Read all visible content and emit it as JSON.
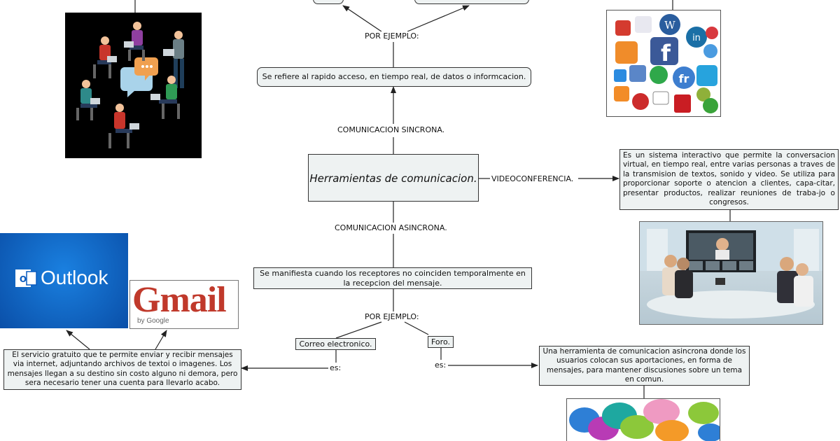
{
  "center": {
    "title": "Herramientas de comunicacion."
  },
  "labels": {
    "sincrona": "COMUNICACION SINCRONA.",
    "asincrona": "COMUNICACION ASINCRONA.",
    "videoconferencia": "VIDEOCONFERENCIA.",
    "por_ejemplo_top": "POR EJEMPLO:",
    "por_ejemplo_bottom": "POR EJEMPLO:",
    "es_left": "es:",
    "es_right": "es:"
  },
  "nodes": {
    "sincrona_def": "Se refiere al rapido acceso, en tiempo real, de datos o informcacion.",
    "video_def": "Es un sistema interactivo que permite la conversacion virtual, en tiempo real, entre varias personas a traves de la transmision de textos, sonido y video. Se utiliza para proporcionar soporte o atencion a clientes, capa-citar, presentar productos, realizar reuniones de traba-jo o congresos.",
    "asincrona_def": "Se manifiesta cuando los receptores no coinciden temporalmente en la recepcion del mensaje.",
    "correo": "Correo electronico.",
    "foro": "Foro.",
    "correo_def": "El servicio gratuito que te permite enviar y recibir mensajes via internet, adjuntando archivos de textoi o imagenes. Los mensajes llegan a su destino sin costo alguno ni demora, pero sera necesario tener una cuenta para llevarlo acabo.",
    "foro_def": "Una herramienta de comunicacion asincrona donde los usuarios colocan sus aportaciones, en forma de mensajes, para mantener discusiones sobre un tema en comun."
  },
  "logos": {
    "outlook": "Outlook",
    "gmail": "Gmail",
    "gmail_by": "by Google"
  },
  "colors": {
    "node_fill": "#eef2f2",
    "outlook_blue": "#0a64c8",
    "line": "#222222"
  }
}
